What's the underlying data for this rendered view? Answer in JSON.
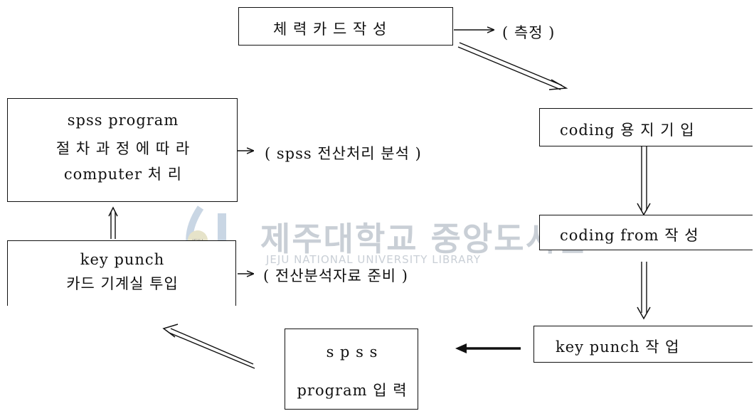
{
  "watermark": {
    "korean": "제주대학교 중앙도서관",
    "english": "JEJU NATIONAL UNIVERSITY LIBRARY",
    "logo_text": "JEJU"
  },
  "nodes": {
    "fitness_card": "체 력 카 드 작 성",
    "coding_entry": "coding  용 지 기 입",
    "coding_form": "coding   from   작 성",
    "keypunch_work": "key   punch    작  업",
    "spss_input": {
      "line1": "s p s s",
      "line2": "program  입 력"
    },
    "keypunch_card": {
      "line1": "key  punch",
      "line2": "카드  기계실  투입"
    },
    "spss_program": {
      "line1": "spss   program",
      "line2": "절 차 과 정 에   따 라",
      "line3": "computer  처 리"
    }
  },
  "notes": {
    "measurement": "( 측정 )",
    "spss_analysis": "( spss  전산처리  분석 )",
    "data_prep": "( 전산분석자료  준비 )"
  }
}
